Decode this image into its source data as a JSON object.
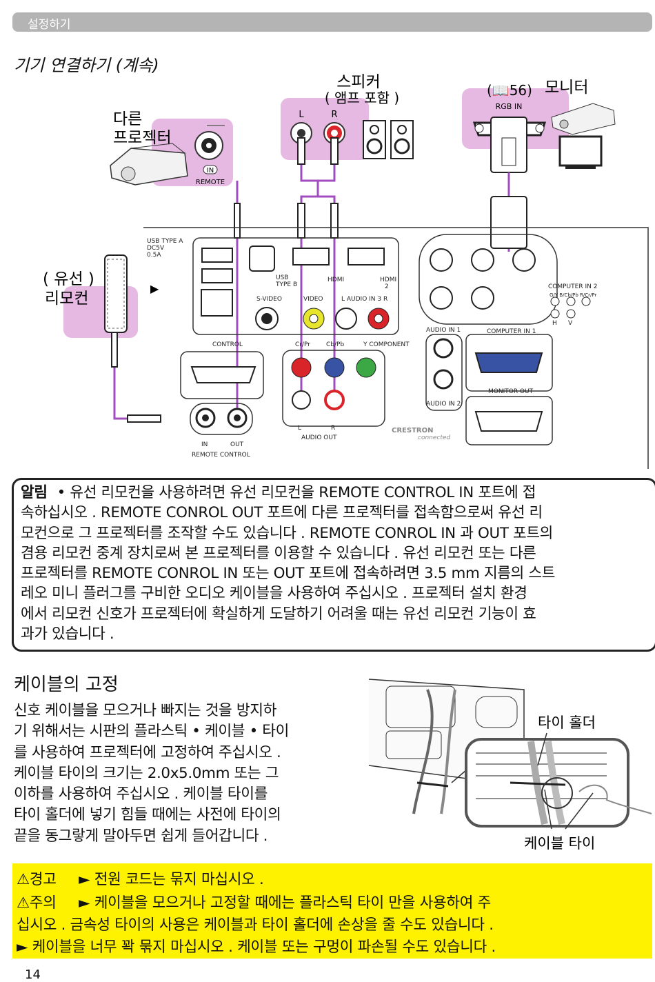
{
  "header": {
    "section": "설정하기"
  },
  "title": "기기 연결하기 (계속)",
  "diagram": {
    "speaker_label": "스피커",
    "speaker_sub": "( 앰프 포함 )",
    "monitor_ref": "(📖56)",
    "monitor_label": "모니터",
    "other_projector_line1": "다른",
    "other_projector_line2": "프로젝터",
    "wired_remote_line1": "( 유선 )",
    "wired_remote_line2": "리모컨",
    "port_labels": {
      "in_badge": "IN",
      "remote": "REMOTE",
      "audio_l": "L",
      "audio_r": "R",
      "rgb_in": "RGB IN",
      "usb_type_a": "USB TYPE A",
      "dc5v": "DC5V",
      "current": "0.5A",
      "usb": "USB",
      "type_b": "TYPE B",
      "hdmi": "HDMI",
      "hdmi2_a": "HDMI",
      "hdmi2_b": "2",
      "s_video": "S-VIDEO",
      "video": "VIDEO",
      "audio_in3": "L  AUDIO IN 3  R",
      "control": "CONTROL",
      "cr_pr": "Cr/Pr",
      "cb_pb": "Cb/Pb",
      "component": "Y  COMPONENT",
      "audio_out": "AUDIO OUT",
      "l": "L",
      "r": "R",
      "in": "IN",
      "out": "OUT",
      "remote_control": "REMOTE CONTROL",
      "audio_in1": "AUDIO IN 1",
      "audio_in2": "AUDIO IN 2",
      "computer_in1": "COMPUTER IN 1",
      "computer_in2": "COMPUTER IN 2",
      "comp2_sub": "G/Y  B/Cb/Pb  R/Cr/Pr",
      "h": "H",
      "v": "V",
      "monitor_out": "MONITOR OUT",
      "crestron": "CRESTRON",
      "connected": "connected"
    }
  },
  "notice": {
    "label": "알림",
    "lines": [
      "• 유선 리모컨을 사용하려면 유선 리모컨을 REMOTE CONTROL IN 포트에 접",
      "속하십시오 . REMOTE CONROL OUT 포트에 다른 프로젝터를 접속함으로써 유선 리",
      "모컨으로 그 프로젝터를 조작할 수도 있습니다 . REMOTE CONROL IN 과 OUT 포트의",
      "겸용 리모컨 중계 장치로써 본 프로젝터를 이용할 수 있습니다 . 유선 리모컨 또는 다른",
      "프로젝터를 REMOTE CONROL IN 또는 OUT 포트에 접속하려면 3.5 mm 지름의 스트",
      "레오 미니 플러그를 구비한 오디오 케이블을 사용하여 주십시오 . 프로젝터 설치 환경",
      "에서 리모컨 신호가 프로젝터에 확실하게 도달하기 어려울 때는 유선 리모컨 기능이 효",
      "과가 있습니다 ."
    ]
  },
  "cable_fix": {
    "title": "케이블의 고정",
    "lines": [
      "신호 케이블을 모으거나 빠지는 것을 방지하",
      "기 위해서는 시판의 플라스틱 • 케이블 • 타이",
      "를 사용하여 프로젝터에 고정하여 주십시오 .",
      "케이블 타이의 크기는 2.0x5.0mm 또는 그",
      "이하를 사용하여 주십시오 . 케이블 타이를",
      "타이 홀더에 넣기 힘들 때에는 사전에 타이의",
      "끝을 동그랗게 말아두면 쉽게 들어갑니다 ."
    ],
    "tie_holder_label": "타이 홀더",
    "cable_tie_label": "케이블 타이"
  },
  "warnings": {
    "warning_label": "⚠경고",
    "warning_text": "► 전원 코드는 묶지 마십시오 .",
    "caution_label": "⚠주의",
    "caution_text1": "► 케이블을 모으거나 고정할 때에는 플라스틱 타이 만을 사용하여 주",
    "caution_text2": "십시오 . 금속성 타이의 사용은 케이블과 타이 홀더에 손상을 줄 수도 있습니다 .",
    "caution_text3": "► 케이블을 너무 꽉 묶지 마십시오 . 케이블 또는 구멍이 파손될 수도 있습니다 ."
  },
  "page_number": "14",
  "colors": {
    "pink": "#e6b9e3",
    "purple_cable": "#a24cc0",
    "yellow": "#fff200",
    "header_gray": "#b4b4b4"
  }
}
